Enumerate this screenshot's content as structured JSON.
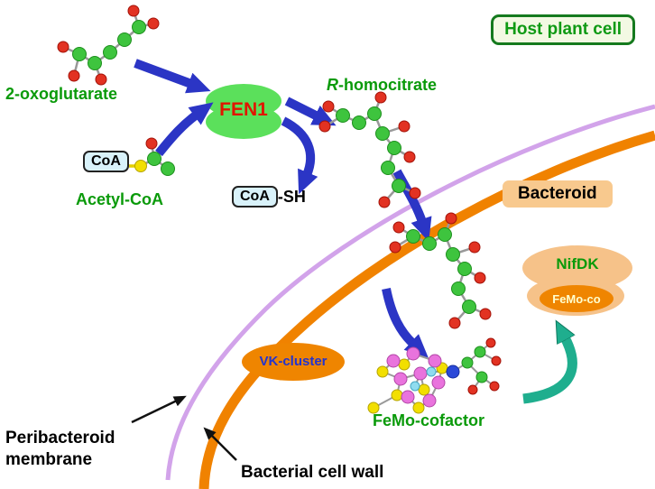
{
  "compartments": {
    "host_plant_cell": "Host plant cell",
    "bacteroid": "Bacteroid"
  },
  "proteins": {
    "fen1": "FEN1",
    "nifdk": "NifDK",
    "vk_cluster": "VK-cluster"
  },
  "molecules": {
    "oxoglutarate": "2-oxoglutarate",
    "acetyl_coa": "Acetyl-CoA",
    "coa": "CoA",
    "coa_sh_suffix": "-SH",
    "homocitrate_prefix": "R",
    "homocitrate_suffix": "-homocitrate",
    "femo_cofactor": "FeMo-cofactor",
    "femo_co": "FeMo-co"
  },
  "membranes": {
    "peribacteroid_line1": "Peribacteroid",
    "peribacteroid_line2": "membrane",
    "bacterial_cell_wall": "Bacterial cell wall"
  },
  "colors": {
    "green_label": "#0a9a0a",
    "blue_arrow": "#2b35c5",
    "membrane_orange": "#f08200",
    "membrane_purple": "#d2a3ea",
    "peach_fill": "#f6c289",
    "orange_ellipse": "#ef8500",
    "teal_arrow": "#1fae8e",
    "fen1_fill": "#5be05b",
    "fen1_text": "#e11500",
    "coa_box_fill": "#d9f2fa"
  }
}
